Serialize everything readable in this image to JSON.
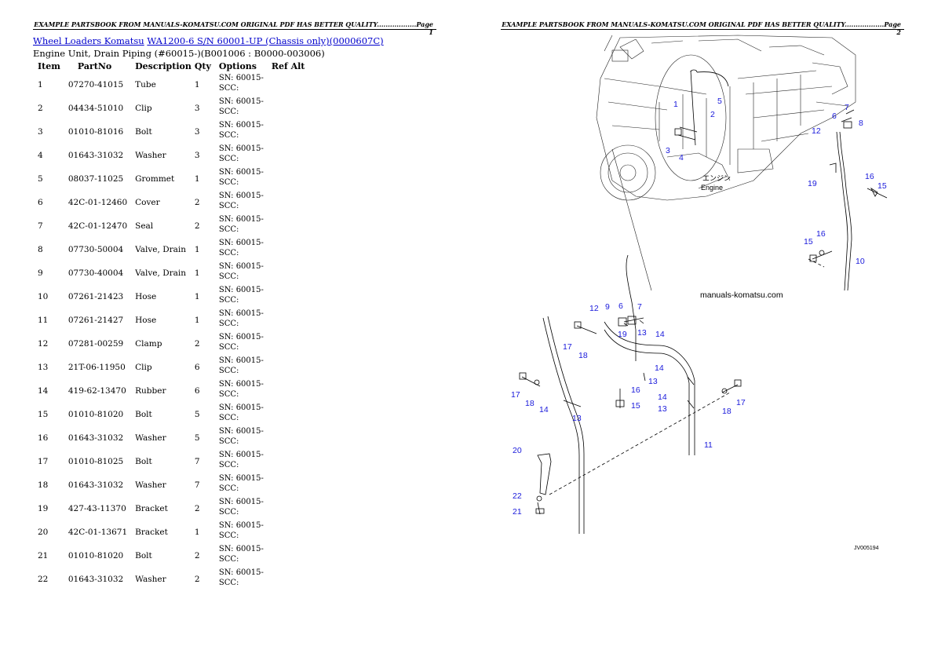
{
  "headers": {
    "page1": "EXAMPLE PARTSBOOK FROM MANUALS-KOMATSU.COM ORIGINAL PDF HAS BETTER QUALITY..................Page 1",
    "page2": "EXAMPLE PARTSBOOK FROM MANUALS-KOMATSU.COM ORIGINAL PDF HAS BETTER QUALITY..................Page 2"
  },
  "breadcrumb": {
    "link1": "Wheel Loaders Komatsu",
    "link2": "WA1200-6 S/N 60001-UP (Chassis only)(0000607C)"
  },
  "subtitle": "Engine Unit, Drain Piping (#60015-)(B001006 : B0000-003006)",
  "table": {
    "columns": [
      "Item",
      "PartNo",
      "Description",
      "Qty",
      "Options",
      "Ref Alt"
    ],
    "rows": [
      {
        "item": "1",
        "partno": "07270-41015",
        "desc": "Tube",
        "qty": "1",
        "opt1": "SN: 60015-",
        "opt2": "SCC:"
      },
      {
        "item": "2",
        "partno": "04434-51010",
        "desc": "Clip",
        "qty": "3",
        "opt1": "SN: 60015-",
        "opt2": "SCC:"
      },
      {
        "item": "3",
        "partno": "01010-81016",
        "desc": "Bolt",
        "qty": "3",
        "opt1": "SN: 60015-",
        "opt2": "SCC:"
      },
      {
        "item": "4",
        "partno": "01643-31032",
        "desc": "Washer",
        "qty": "3",
        "opt1": "SN: 60015-",
        "opt2": "SCC:"
      },
      {
        "item": "5",
        "partno": "08037-11025",
        "desc": "Grommet",
        "qty": "1",
        "opt1": "SN: 60015-",
        "opt2": "SCC:"
      },
      {
        "item": "6",
        "partno": "42C-01-12460",
        "desc": "Cover",
        "qty": "2",
        "opt1": "SN: 60015-",
        "opt2": "SCC:"
      },
      {
        "item": "7",
        "partno": "42C-01-12470",
        "desc": "Seal",
        "qty": "2",
        "opt1": "SN: 60015-",
        "opt2": "SCC:"
      },
      {
        "item": "8",
        "partno": "07730-50004",
        "desc": "Valve, Drain",
        "qty": "1",
        "opt1": "SN: 60015-",
        "opt2": "SCC:"
      },
      {
        "item": "9",
        "partno": "07730-40004",
        "desc": "Valve, Drain",
        "qty": "1",
        "opt1": "SN: 60015-",
        "opt2": "SCC:"
      },
      {
        "item": "10",
        "partno": "07261-21423",
        "desc": "Hose",
        "qty": "1",
        "opt1": "SN: 60015-",
        "opt2": "SCC:"
      },
      {
        "item": "11",
        "partno": "07261-21427",
        "desc": "Hose",
        "qty": "1",
        "opt1": "SN: 60015-",
        "opt2": "SCC:"
      },
      {
        "item": "12",
        "partno": "07281-00259",
        "desc": "Clamp",
        "qty": "2",
        "opt1": "SN: 60015-",
        "opt2": "SCC:"
      },
      {
        "item": "13",
        "partno": "21T-06-11950",
        "desc": "Clip",
        "qty": "6",
        "opt1": "SN: 60015-",
        "opt2": "SCC:"
      },
      {
        "item": "14",
        "partno": "419-62-13470",
        "desc": "Rubber",
        "qty": "6",
        "opt1": "SN: 60015-",
        "opt2": "SCC:"
      },
      {
        "item": "15",
        "partno": "01010-81020",
        "desc": "Bolt",
        "qty": "5",
        "opt1": "SN: 60015-",
        "opt2": "SCC:"
      },
      {
        "item": "16",
        "partno": "01643-31032",
        "desc": "Washer",
        "qty": "5",
        "opt1": "SN: 60015-",
        "opt2": "SCC:"
      },
      {
        "item": "17",
        "partno": "01010-81025",
        "desc": "Bolt",
        "qty": "7",
        "opt1": "SN: 60015-",
        "opt2": "SCC:"
      },
      {
        "item": "18",
        "partno": "01643-31032",
        "desc": "Washer",
        "qty": "7",
        "opt1": "SN: 60015-",
        "opt2": "SCC:"
      },
      {
        "item": "19",
        "partno": "427-43-11370",
        "desc": "Bracket",
        "qty": "2",
        "opt1": "SN: 60015-",
        "opt2": "SCC:"
      },
      {
        "item": "20",
        "partno": "42C-01-13671",
        "desc": "Bracket",
        "qty": "1",
        "opt1": "SN: 60015-",
        "opt2": "SCC:"
      },
      {
        "item": "21",
        "partno": "01010-81020",
        "desc": "Bolt",
        "qty": "2",
        "opt1": "SN: 60015-",
        "opt2": "SCC:"
      },
      {
        "item": "22",
        "partno": "01643-31032",
        "desc": "Washer",
        "qty": "2",
        "opt1": "SN: 60015-",
        "opt2": "SCC:"
      }
    ]
  },
  "diagram": {
    "watermark": "manuals-komatsu.com",
    "engine_label_jp": "エンジン",
    "engine_label_en": "Engine",
    "drawing_code": "JV005194",
    "callouts": {
      "c1": "1",
      "c2": "2",
      "c3": "3",
      "c4": "4",
      "c5": "5",
      "c6": "6",
      "c7": "7",
      "c8": "8",
      "c9": "9",
      "c10": "10",
      "c11": "11",
      "c12": "12",
      "c13": "13",
      "c14": "14",
      "c15": "15",
      "c16": "16",
      "c17": "17",
      "c18": "18",
      "c19": "19",
      "c20": "20",
      "c21": "21",
      "c22": "22"
    }
  }
}
